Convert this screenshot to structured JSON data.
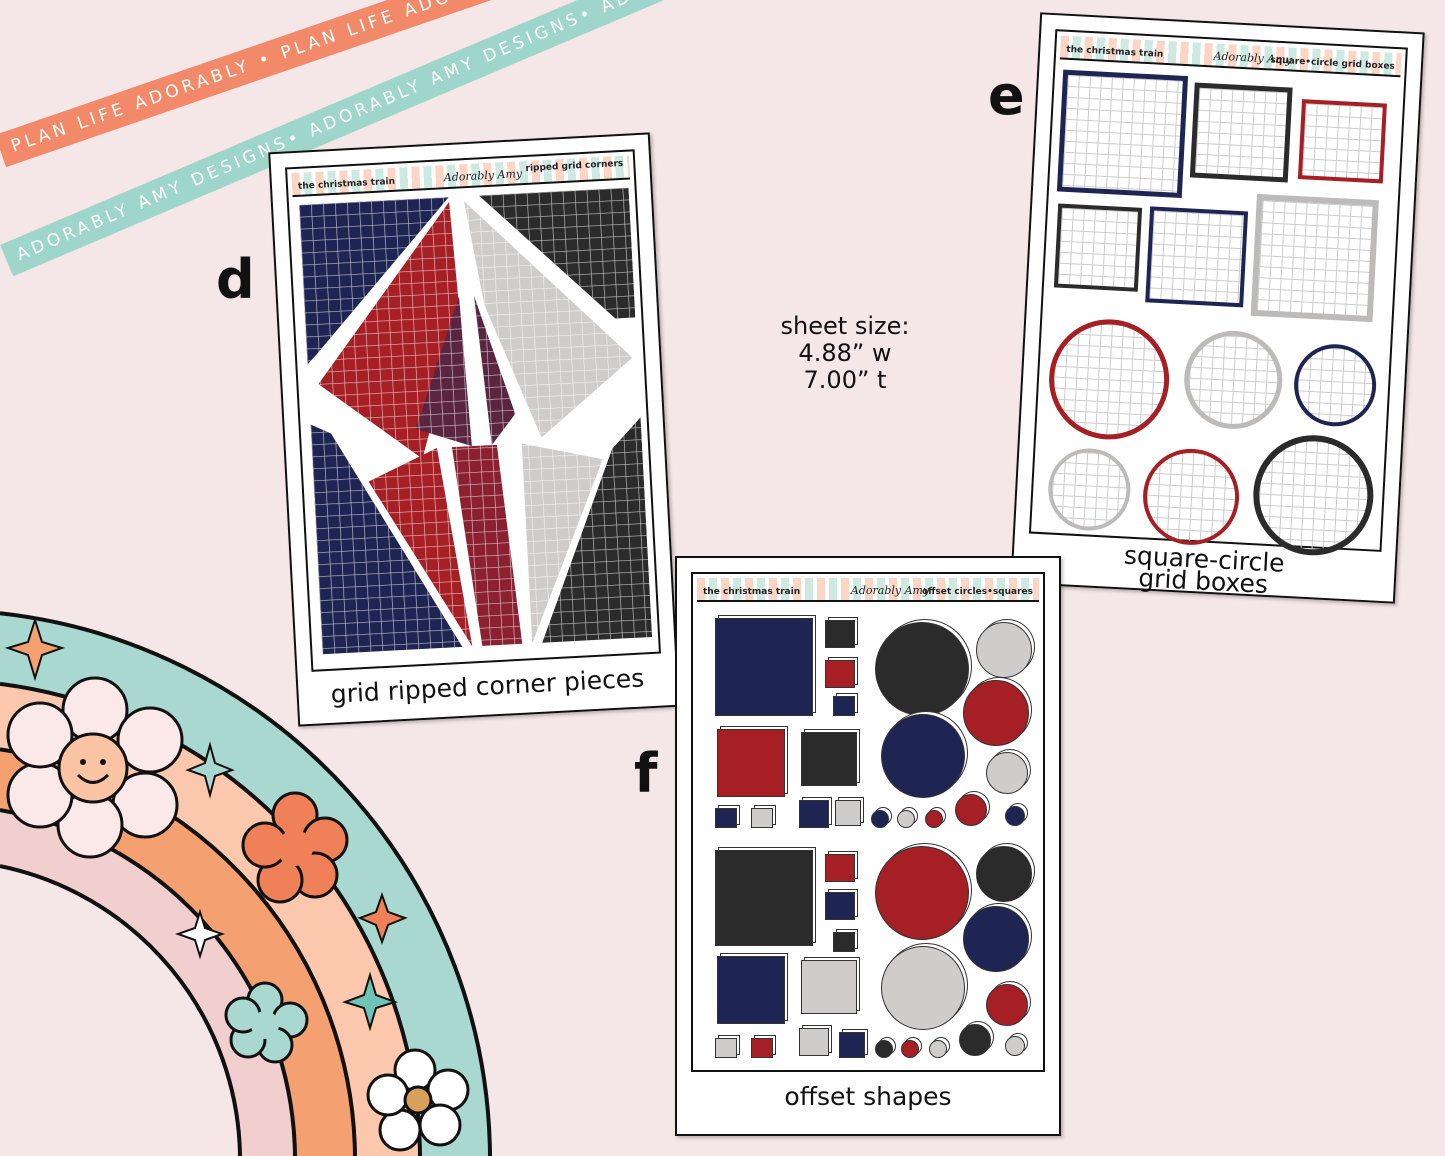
{
  "ribbons": [
    {
      "text": "PLAN LIFE ADORABLY • PLAN LIFE ADORABLY • PLAN LIFE ADORABLY",
      "color": "#f28a6a"
    },
    {
      "text": "ADORABLY AMY DESIGNS• ADORABLY AMY DESIGNS• ADORABLY AMY DESIGNS•",
      "color": "#9fd6cb"
    }
  ],
  "sheet_size": {
    "line1": "sheet size:",
    "line2": "4.88” w",
    "line3": "7.00” t"
  },
  "sheets": {
    "d": {
      "letter": "d",
      "theme": "the christmas train",
      "logo": "Adorably Amy",
      "title": "ripped grid corners",
      "caption": "grid ripped corner pieces"
    },
    "e": {
      "letter": "e",
      "theme": "the christmas train",
      "logo": "Adorably Amy",
      "title": "square•circle grid boxes",
      "caption": "square-circle grid boxes"
    },
    "f": {
      "letter": "f",
      "theme": "the christmas train",
      "logo": "Adorably Amy",
      "title": "offset circles•squares",
      "caption": "offset shapes"
    }
  },
  "colors": {
    "navy": "#1f2553",
    "red": "#a51f24",
    "black": "#2b2b2b",
    "gray": "#cfcccc",
    "teal": "#a8d8cf",
    "peach": "#fbc8ad",
    "orange": "#f4a070",
    "pink": "#f1cfcf"
  }
}
